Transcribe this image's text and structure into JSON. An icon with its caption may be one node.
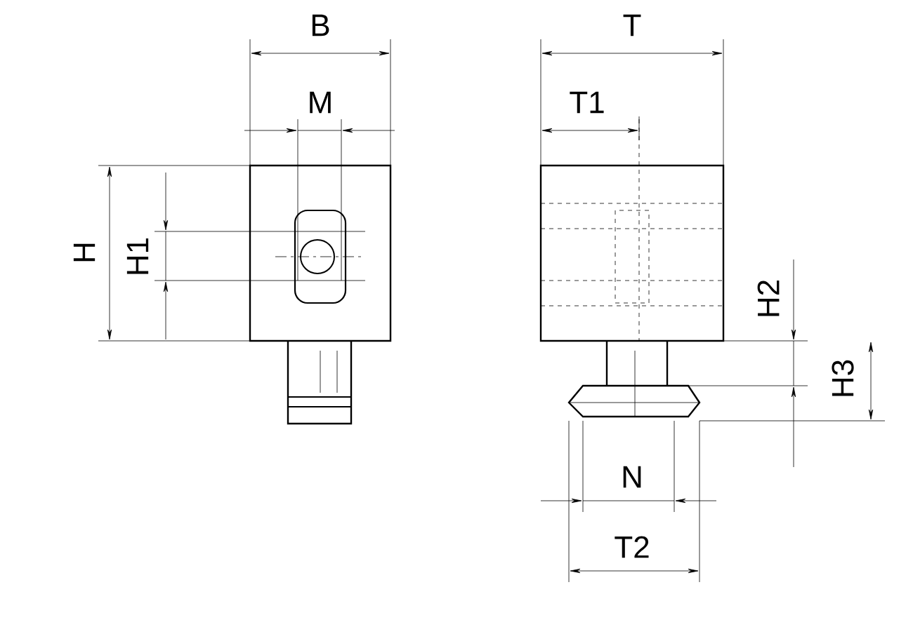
{
  "diagram": {
    "labels": [
      "B",
      "T",
      "M",
      "T1",
      "H",
      "H1",
      "H2",
      "H3",
      "N",
      "T2"
    ]
  }
}
